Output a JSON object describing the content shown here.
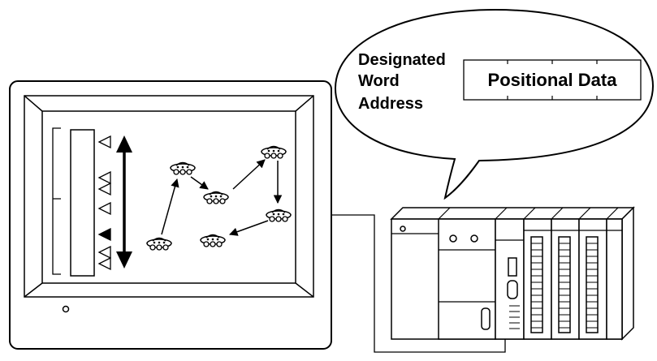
{
  "callout": {
    "address_lines": [
      "Designated",
      "Word",
      "Address"
    ],
    "data_label": "Positional Data"
  },
  "colors": {
    "line": "#000000",
    "background": "#ffffff",
    "display_bezel": "#ffffff"
  },
  "icons": {
    "vehicle": "vehicle-icon",
    "cursor_left": "triangle-left-icon",
    "cursor_filled": "triangle-filled-icon",
    "range_arrow": "double-arrow-icon"
  }
}
